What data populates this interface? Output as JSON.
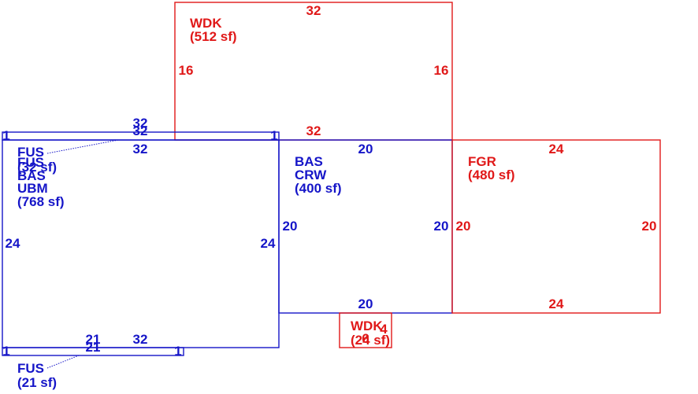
{
  "colors": {
    "main": "#1515c8",
    "addition": "#e01818"
  },
  "areas": {
    "wdk_top": {
      "code": "WDK",
      "area": "(512 sf)"
    },
    "fus_top": {
      "code1": "FUS",
      "code2": "FUS",
      "area": "(32 sf)"
    },
    "main": {
      "code1": "BAS",
      "code2": "UBM",
      "area": "(768 sf)"
    },
    "crw": {
      "code1": "BAS",
      "code2": "CRW",
      "area": "(400 sf)"
    },
    "fgr": {
      "code": "FGR",
      "area": "(480 sf)"
    },
    "wdk_small": {
      "code": "WDK",
      "area": "(24 sf)",
      "dim1": "6",
      "dim2": "4"
    },
    "fus_bottom": {
      "code": "FUS",
      "area": "(21 sf)"
    }
  },
  "dims": {
    "wdk_top_top": "32",
    "wdk_top_left": "16",
    "wdk_top_right": "16",
    "wdk_top_bottom": "32",
    "fus_top_a": "32",
    "fus_top_b": "32",
    "fus_top_c": "32",
    "fus_top_l": "1",
    "fus_top_r": "1",
    "main_left": "24",
    "main_right": "24",
    "main_bottom": "32",
    "crw_top": "20",
    "crw_left": "20",
    "crw_right": "20",
    "crw_bottom": "20",
    "fgr_top": "24",
    "fgr_left": "20",
    "fgr_right": "20",
    "fgr_bottom": "24",
    "fus_bot_a": "21",
    "fus_bot_b": "21",
    "fus_bot_l": "1",
    "fus_bot_r": "1"
  }
}
